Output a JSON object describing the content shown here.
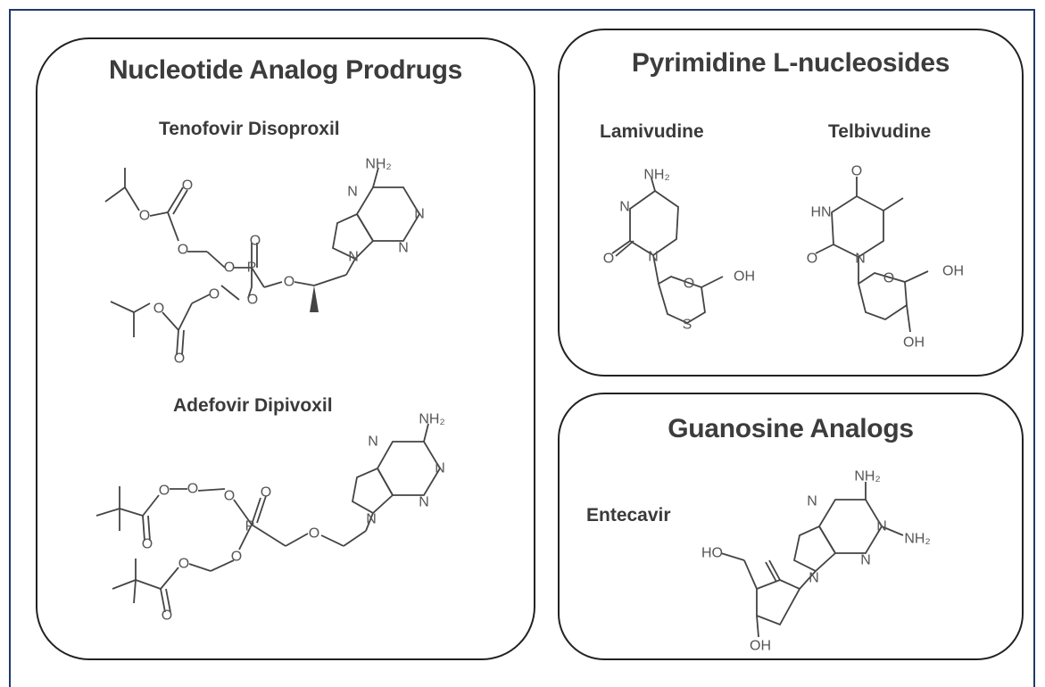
{
  "panels": {
    "nucleotide": {
      "title": "Nucleotide Analog Prodrugs",
      "compounds": [
        {
          "name": "Tenofovir Disoproxil"
        },
        {
          "name": "Adefovir Dipivoxil"
        }
      ]
    },
    "pyrimidine": {
      "title": "Pyrimidine L-nucleosides",
      "compounds": [
        {
          "name": "Lamivudine"
        },
        {
          "name": "Telbivudine"
        }
      ]
    },
    "guanosine": {
      "title": "Guanosine Analogs",
      "compounds": [
        {
          "name": "Entecavir"
        }
      ]
    }
  }
}
